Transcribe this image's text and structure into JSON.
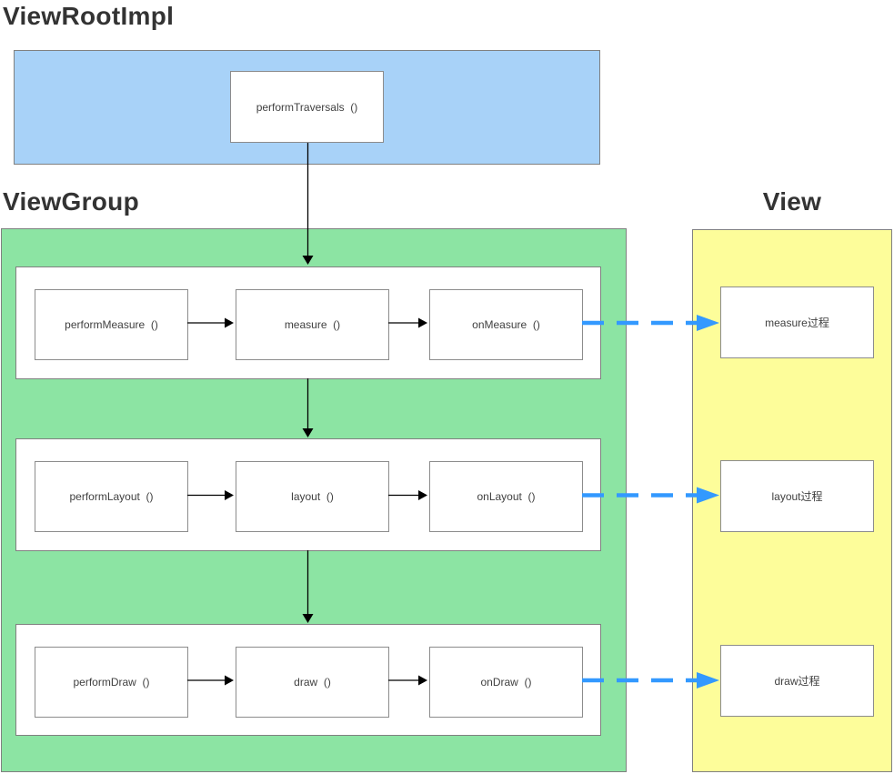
{
  "colors": {
    "root_fill": "#A8D2F8",
    "group_fill": "#8CE4A3",
    "view_fill": "#FDFD9A",
    "border": "#808080",
    "box_border": "#8C8C8C",
    "text": "#404040",
    "title": "#333333",
    "arrow_black": "#000000",
    "arrow_blue": "#3399FF"
  },
  "sections": {
    "view_root": {
      "title": "ViewRootImpl",
      "box": {
        "label": "performTraversals  ()"
      }
    },
    "view_group": {
      "title": "ViewGroup",
      "rows": [
        {
          "boxes": [
            {
              "label": "performMeasure  ()"
            },
            {
              "label": "measure  ()"
            },
            {
              "label": "onMeasure  ()"
            }
          ]
        },
        {
          "boxes": [
            {
              "label": "performLayout  ()"
            },
            {
              "label": "layout  ()"
            },
            {
              "label": "onLayout  ()"
            }
          ]
        },
        {
          "boxes": [
            {
              "label": "performDraw  ()"
            },
            {
              "label": "draw  ()"
            },
            {
              "label": "onDraw  ()"
            }
          ]
        }
      ]
    },
    "view": {
      "title": "View",
      "boxes": [
        {
          "label": "measure过程"
        },
        {
          "label": "layout过程"
        },
        {
          "label": "draw过程"
        }
      ]
    }
  }
}
